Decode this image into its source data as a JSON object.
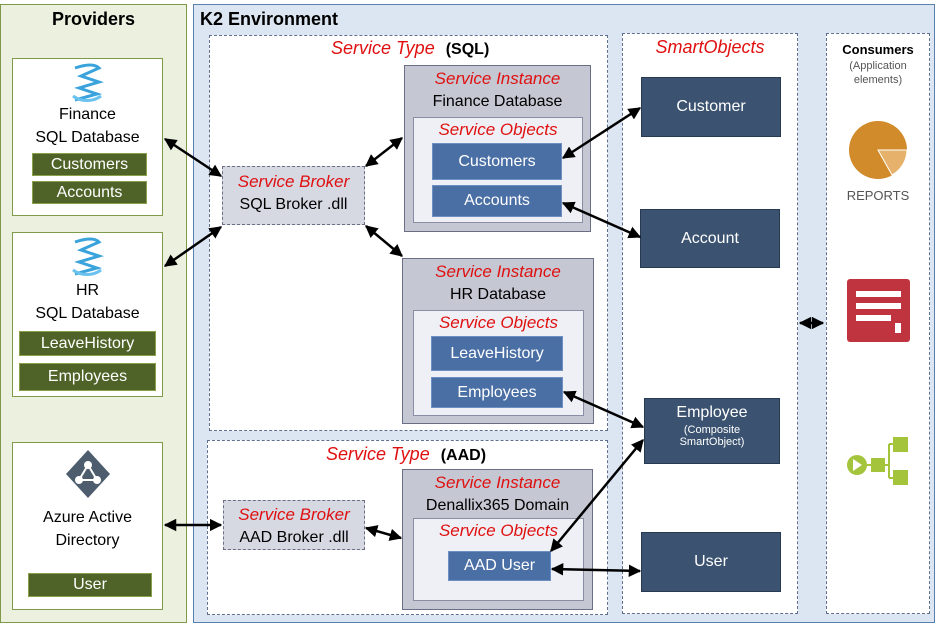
{
  "providers": {
    "title": "Providers",
    "finance": {
      "line1": "Finance",
      "line2": "SQL Database",
      "items": [
        "Customers",
        "Accounts"
      ]
    },
    "hr": {
      "line1": "HR",
      "line2": "SQL Database",
      "items": [
        "LeaveHistory",
        "Employees"
      ]
    },
    "azure": {
      "line1": "Azure Active",
      "line2": "Directory",
      "items": [
        "User"
      ]
    }
  },
  "environment": {
    "title": "K2 Environment",
    "sql_type": {
      "label": "Service Type",
      "tag": "(SQL)"
    },
    "aad_type": {
      "label": "Service Type",
      "tag": "(AAD)"
    },
    "sql_broker": {
      "label": "Service Broker",
      "name": "SQL Broker .dll"
    },
    "aad_broker": {
      "label": "Service Broker",
      "name": "AAD Broker .dll"
    },
    "finance_instance": {
      "label": "Service Instance",
      "name": "Finance Database",
      "objects_label": "Service Objects",
      "objects": [
        "Customers",
        "Accounts"
      ]
    },
    "hr_instance": {
      "label": "Service Instance",
      "name": "HR Database",
      "objects_label": "Service Objects",
      "objects": [
        "LeaveHistory",
        "Employees"
      ]
    },
    "aad_instance": {
      "label": "Service Instance",
      "name": "Denallix365 Domain",
      "objects_label": "Service Objects",
      "objects": [
        "AAD User"
      ]
    }
  },
  "smartobjects": {
    "title": "SmartObjects",
    "customer": "Customer",
    "account": "Account",
    "employee": {
      "name": "Employee",
      "note1": "(Composite",
      "note2": "SmartObject)"
    },
    "user": "User"
  },
  "consumers": {
    "title": "Consumers",
    "sub1": "(Application",
    "sub2": "elements)",
    "reports_label": "REPORTS"
  },
  "icons": {
    "database": "database-icon",
    "azure": "azure-ad-icon",
    "reports": "pie-chart-icon",
    "form": "form-icon",
    "workflow": "workflow-icon"
  },
  "colors": {
    "provider_item": "#4f6228",
    "smartobject": "#3b5370",
    "service_object": "#4a6fa5",
    "instance_bg": "#c5c7d2",
    "environment_bg": "#dce6f2",
    "accent_red": "#e01010",
    "report_orange": "#d18b2b",
    "form_red": "#c0343f",
    "workflow_green": "#a4c43c"
  }
}
